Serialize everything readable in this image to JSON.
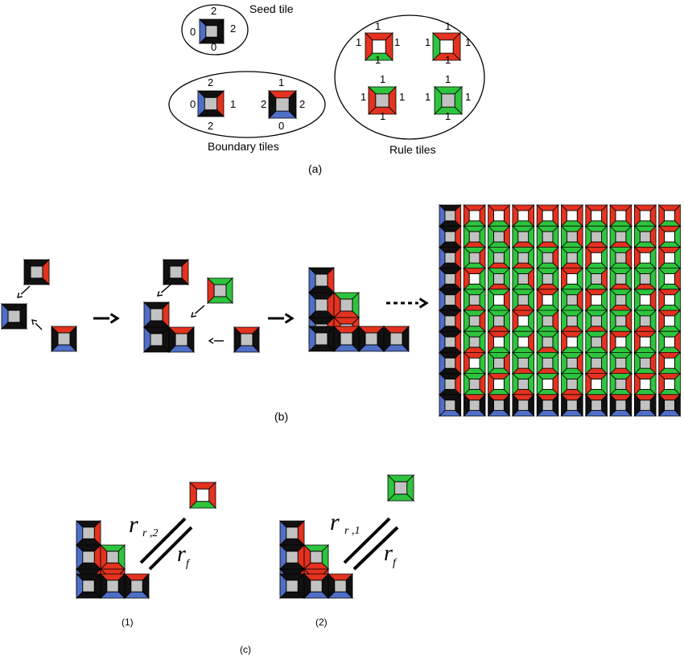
{
  "panel_a": {
    "seed_label": "Seed tile",
    "boundary_label": "Boundary tiles",
    "rule_label": "Rule tiles",
    "caption": "(a)",
    "seed_glues": {
      "top": "2",
      "left": "0",
      "right": "2",
      "bottom": "0"
    },
    "boundary1_glues": {
      "top": "2",
      "left": "0",
      "right": "1",
      "bottom": "2"
    },
    "boundary2_glues": {
      "top": "1",
      "left": "2",
      "right": "2",
      "bottom": "0"
    },
    "rule1_glues": {
      "top": "1",
      "left": "1",
      "right": "1",
      "bottom": "1"
    },
    "rule2_glues": {
      "top": "1",
      "left": "1",
      "right": "1",
      "bottom": "1"
    },
    "rule3_glues": {
      "top": "1",
      "left": "1",
      "right": "1",
      "bottom": "1"
    },
    "rule4_glues": {
      "top": "1",
      "left": "1",
      "right": "1",
      "bottom": "1"
    }
  },
  "panel_b": {
    "caption": "(b)"
  },
  "panel_c": {
    "caption": "(c)",
    "sub1": "(1)",
    "sub2": "(2)",
    "rr_main": "r",
    "rr1_sub": "r ,2",
    "rr2_sub": "r ,1",
    "rf_main": "r",
    "rf_sub": "f"
  },
  "colors": {
    "black_edge": "#111111",
    "blue_edge": "#4f6fc7",
    "red_edge": "#e3321f",
    "green_edge": "#2ec43d",
    "gray_center": "#c2c2c2"
  }
}
